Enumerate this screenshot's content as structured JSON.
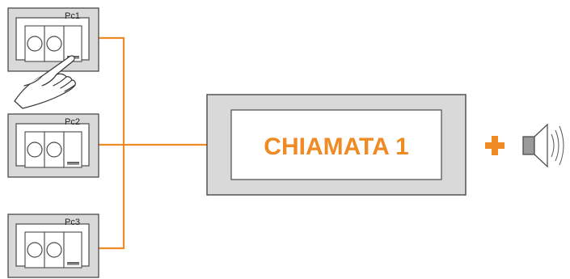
{
  "colors": {
    "accent": "#f08a24",
    "frame_fill": "#d9d9d9",
    "outline": "#4a4a4a"
  },
  "push_buttons": [
    {
      "label": "Pc1",
      "pressed": true
    },
    {
      "label": "Pc2",
      "pressed": false
    },
    {
      "label": "Pc3",
      "pressed": false
    }
  ],
  "display": {
    "text": "CHIAMATA 1"
  },
  "icons": {
    "hand": "pointing-hand-icon",
    "plus": "plus-icon",
    "speaker": "speaker-icon"
  }
}
